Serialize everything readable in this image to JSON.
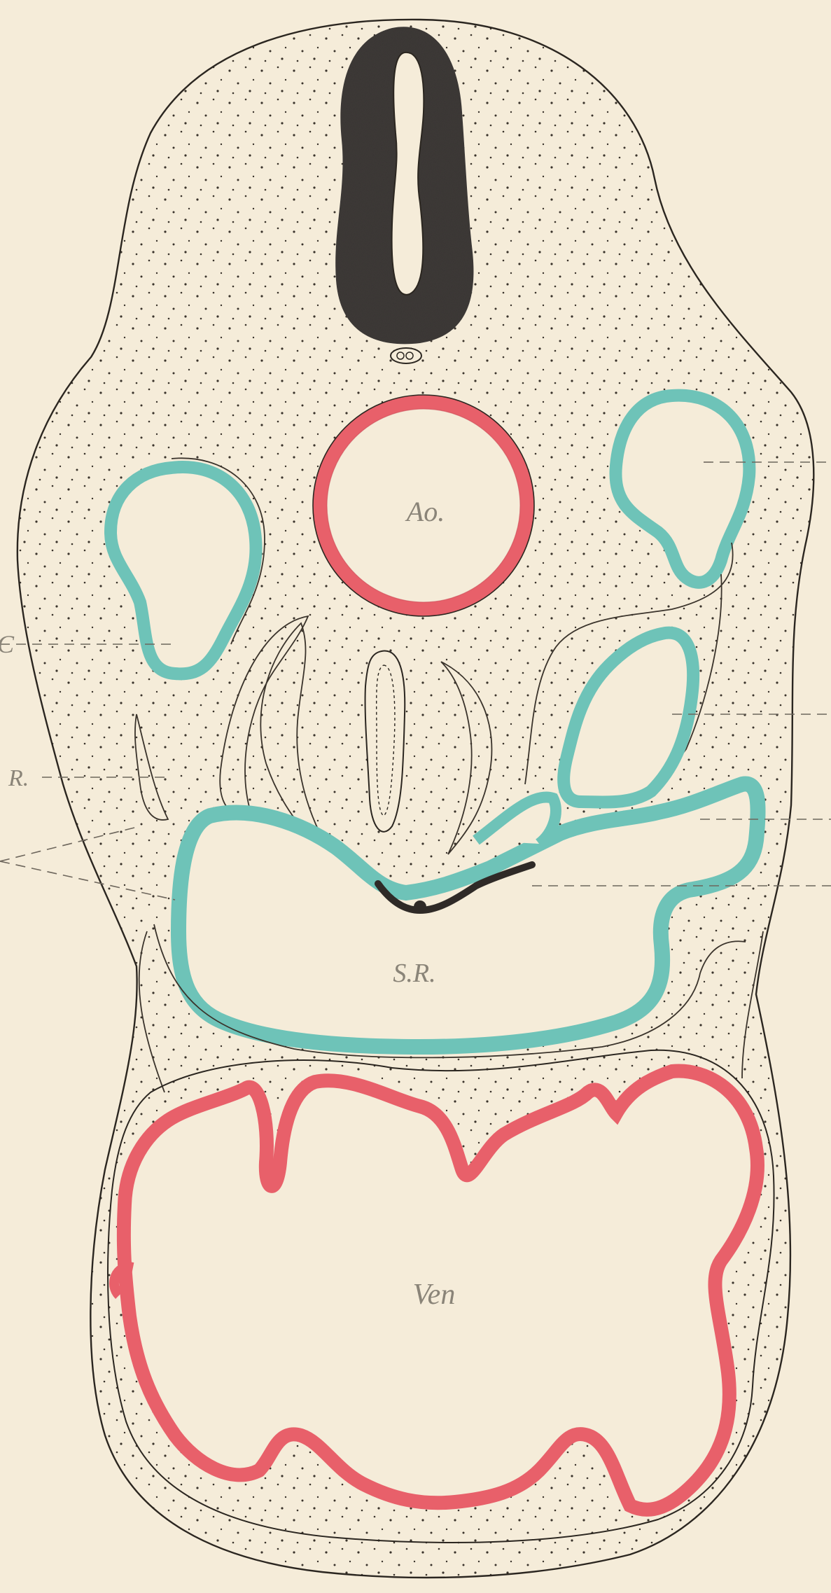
{
  "labels": {
    "aorta": "Ao.",
    "sinus": "S.R.",
    "ventricle": "Ven",
    "left_R": "R.",
    "left_C": "C"
  },
  "colors": {
    "paper": "#f5ecd9",
    "ink": "#2b2620",
    "red": "#e8606a",
    "teal": "#6ec3b8",
    "neural": "#3e3a38"
  }
}
